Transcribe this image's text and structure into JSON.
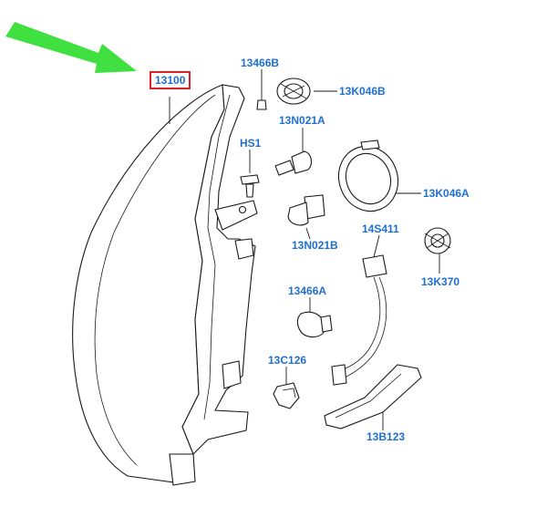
{
  "diagram": {
    "highlight_color": "#e02020",
    "label_color": "#1f6fd1",
    "arrow_color": "#3fe03f",
    "callouts": [
      {
        "id": "13100",
        "label": "13100",
        "boxed": true
      },
      {
        "id": "13466B",
        "label": "13466B"
      },
      {
        "id": "13K046B",
        "label": "13K046B"
      },
      {
        "id": "13N021A",
        "label": "13N021A"
      },
      {
        "id": "HS1",
        "label": "HS1"
      },
      {
        "id": "13K046A",
        "label": "13K046A"
      },
      {
        "id": "13N021B",
        "label": "13N021B"
      },
      {
        "id": "14S411",
        "label": "14S411"
      },
      {
        "id": "13K370",
        "label": "13K370"
      },
      {
        "id": "13466A",
        "label": "13466A"
      },
      {
        "id": "13C126",
        "label": "13C126"
      },
      {
        "id": "13B123",
        "label": "13B123"
      }
    ]
  }
}
